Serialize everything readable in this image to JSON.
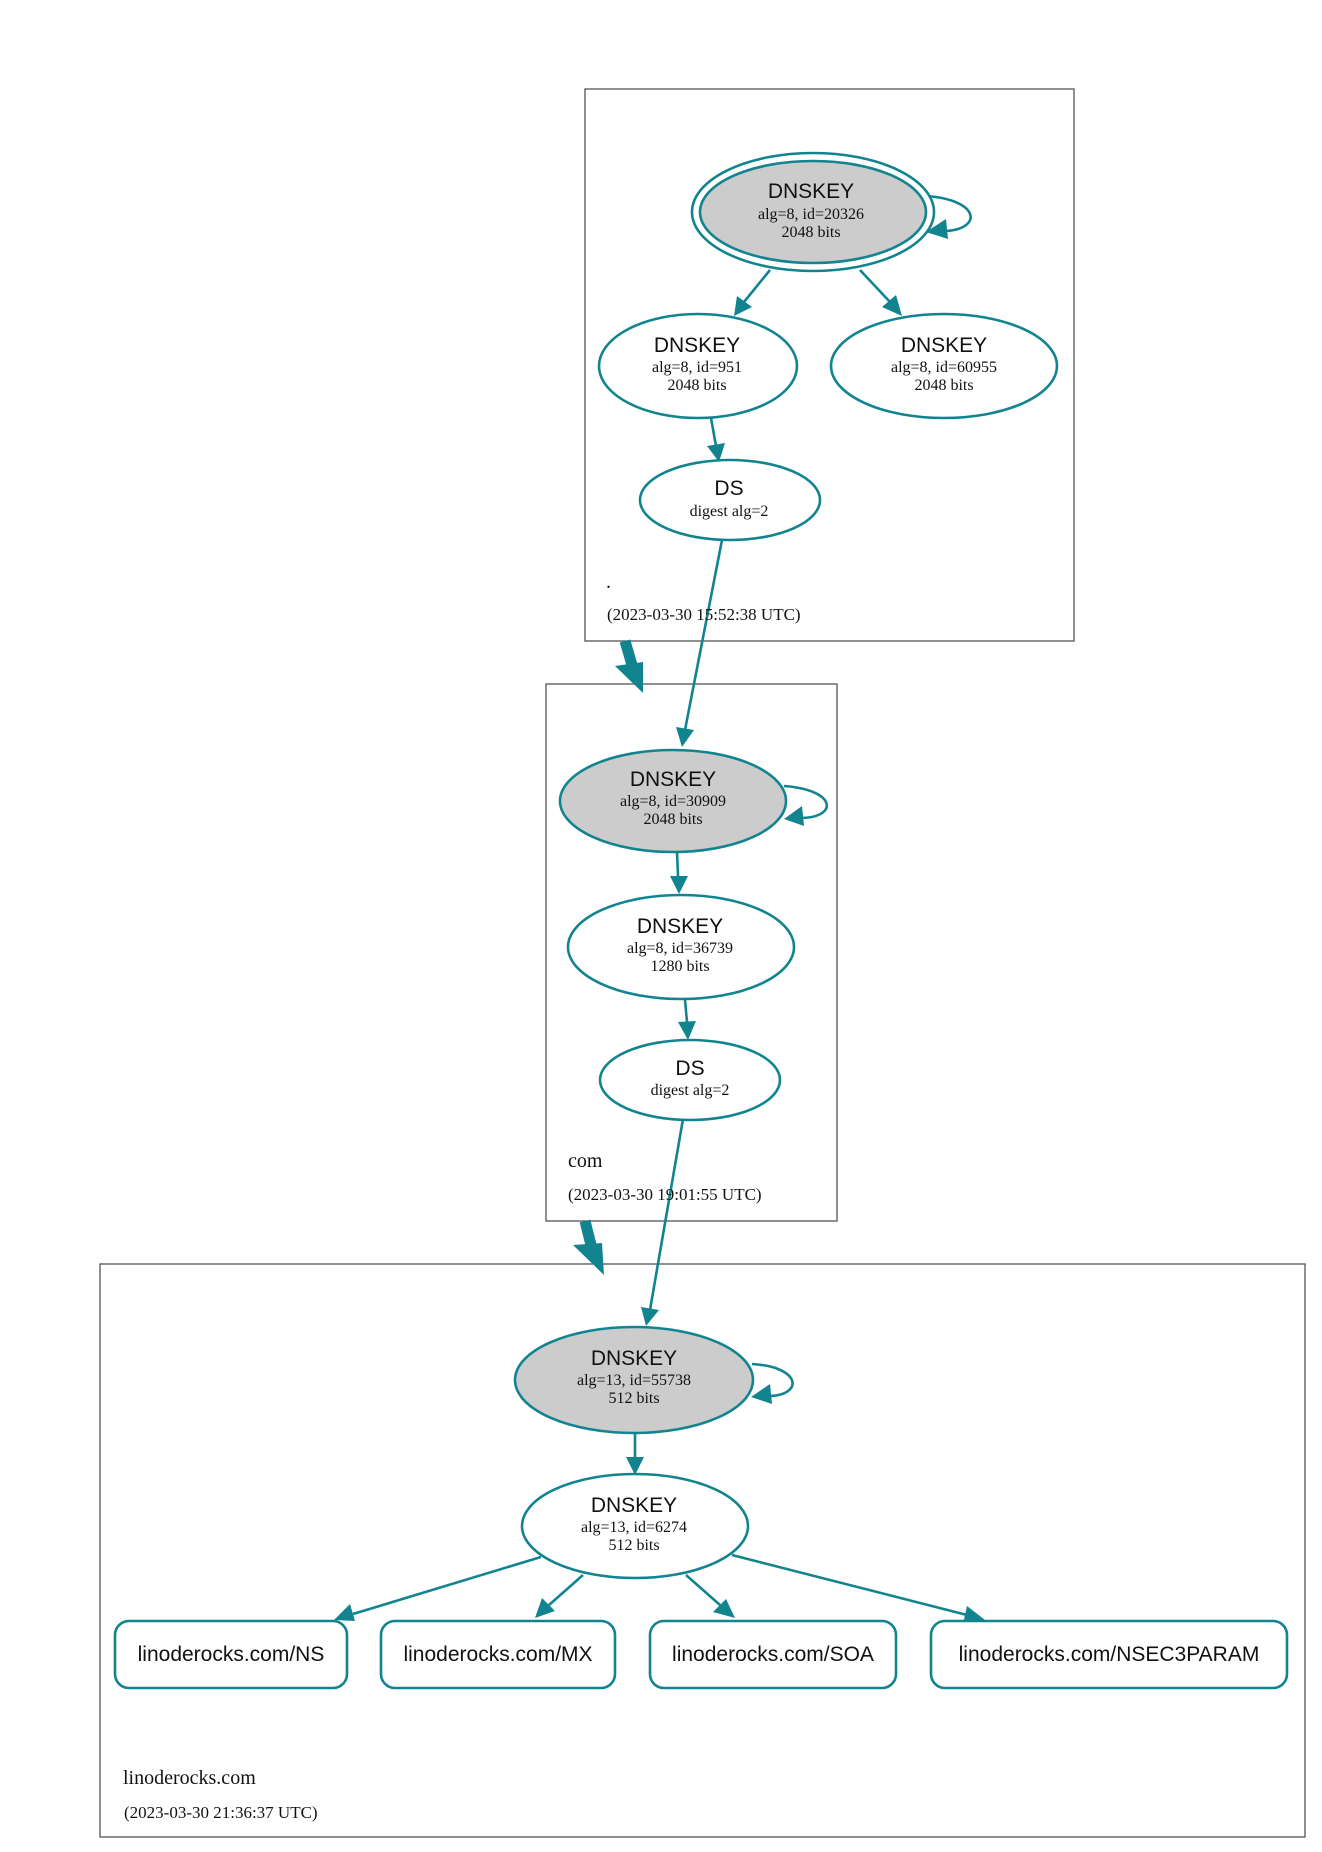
{
  "colors": {
    "accent": "#12848f",
    "trusted_fill": "#cccccc",
    "border": "#555555"
  },
  "zones": {
    "root": {
      "name": ".",
      "timestamp": "(2023-03-30 15:52:38 UTC)"
    },
    "com": {
      "name": "com",
      "timestamp": "(2023-03-30 19:01:55 UTC)"
    },
    "linoderocks": {
      "name": "linoderocks.com",
      "timestamp": "(2023-03-30 21:36:37 UTC)"
    }
  },
  "nodes": {
    "root_ksk": {
      "title": "DNSKEY",
      "line1": "alg=8, id=20326",
      "line2": "2048 bits"
    },
    "root_zsk1": {
      "title": "DNSKEY",
      "line1": "alg=8, id=951",
      "line2": "2048 bits"
    },
    "root_zsk2": {
      "title": "DNSKEY",
      "line1": "alg=8, id=60955",
      "line2": "2048 bits"
    },
    "root_ds": {
      "title": "DS",
      "line1": "digest alg=2"
    },
    "com_ksk": {
      "title": "DNSKEY",
      "line1": "alg=8, id=30909",
      "line2": "2048 bits"
    },
    "com_zsk": {
      "title": "DNSKEY",
      "line1": "alg=8, id=36739",
      "line2": "1280 bits"
    },
    "com_ds": {
      "title": "DS",
      "line1": "digest alg=2"
    },
    "lr_ksk": {
      "title": "DNSKEY",
      "line1": "alg=13, id=55738",
      "line2": "512 bits"
    },
    "lr_zsk": {
      "title": "DNSKEY",
      "line1": "alg=13, id=6274",
      "line2": "512 bits"
    }
  },
  "rrsets": {
    "ns": "linoderocks.com/NS",
    "mx": "linoderocks.com/MX",
    "soa": "linoderocks.com/SOA",
    "nsec3param": "linoderocks.com/NSEC3PARAM"
  }
}
